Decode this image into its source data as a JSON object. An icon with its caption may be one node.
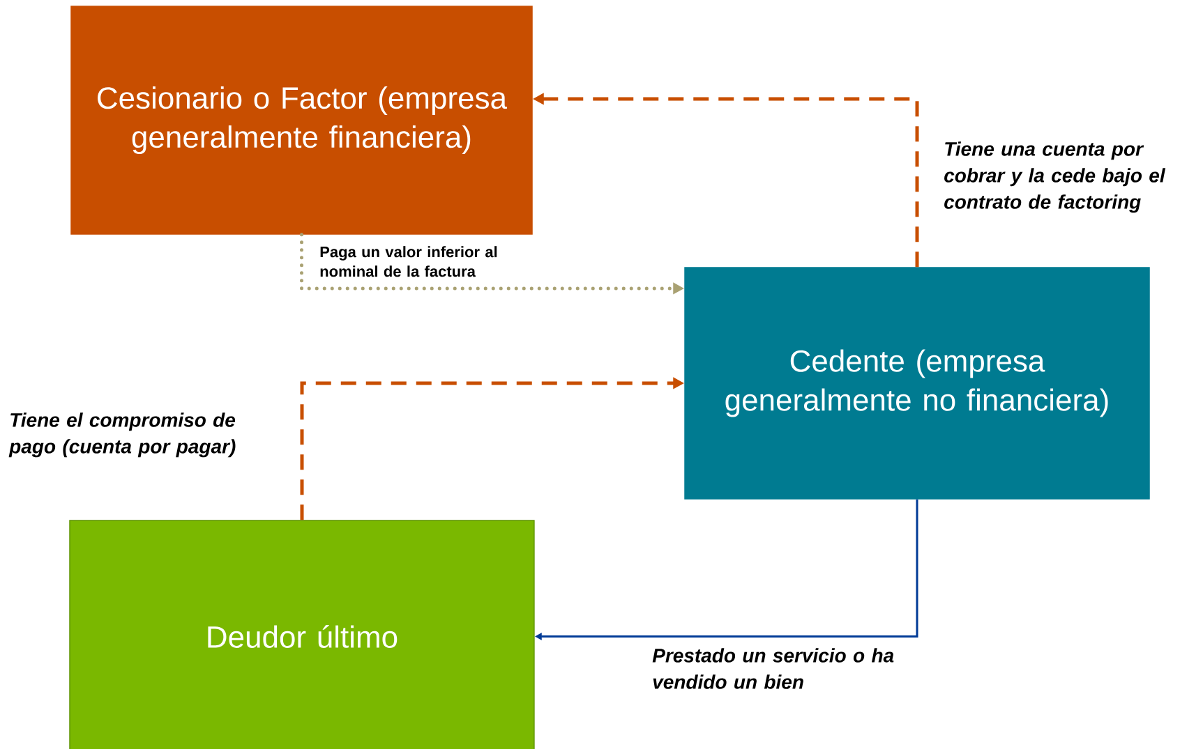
{
  "diagram": {
    "nodes": [
      {
        "text": [
          "Cesionario o Factor (empresa generalmente financiera)"
        ]
      },
      {
        "text": [
          "Cedente (empresa generalmente no financiera)"
        ]
      },
      {
        "text": [
          "Deudor último"
        ]
      }
    ],
    "edges": [
      {
        "from": 1,
        "to": 0,
        "arrow": "to",
        "style": "dashed",
        "color": "#c84e00",
        "label": "Tiene una cuenta por cobrar y la cede bajo el contrato de factoring"
      },
      {
        "from": 0,
        "to": 1,
        "arrow": "to",
        "style": "dashed",
        "color": "#a9a172",
        "label": "Paga un valor inferior al nominal de la factura"
      },
      {
        "from": 2,
        "to": 1,
        "arrow": "to",
        "style": "dashed",
        "color": "#c84e00",
        "label": "Tiene el compromiso de pago (cuenta por pagar)"
      },
      {
        "from": 1,
        "to": 2,
        "arrow": "to",
        "color": "#003a96",
        "label": "Prestado un servicio o ha vendido un bien"
      }
    ]
  }
}
